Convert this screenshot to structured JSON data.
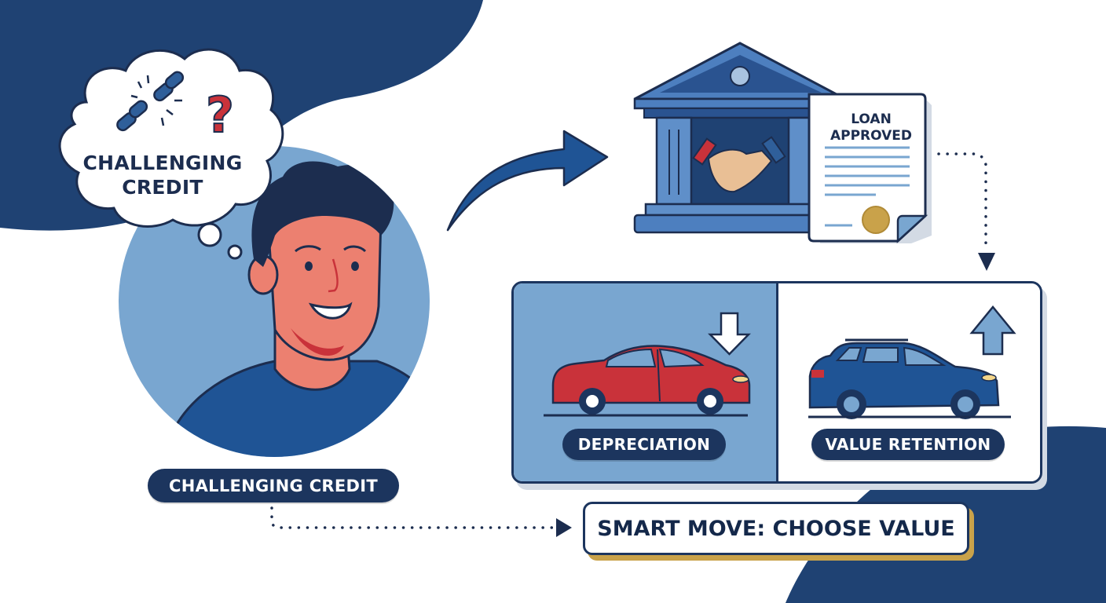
{
  "thought_cloud": {
    "icons": [
      "broken-chain-icon",
      "question-mark-icon"
    ],
    "text_line1": "CHALLENGING",
    "text_line2": "CREDIT"
  },
  "person": {
    "label": "CHALLENGING CREDIT",
    "expression": "smiling"
  },
  "flow_arrow": {
    "icon": "curved-arrow-right-icon"
  },
  "bank": {
    "icons": [
      "bank-building-icon",
      "handshake-icon"
    ]
  },
  "loan_document": {
    "title_line1": "LOAN",
    "title_line2": "APPROVED",
    "icons": [
      "gold-seal-icon"
    ]
  },
  "comparison": {
    "left": {
      "label": "DEPRECIATION",
      "vehicle": "red-sedan",
      "trend_icon": "arrow-down-icon"
    },
    "right": {
      "label": "VALUE RETENTION",
      "vehicle": "blue-suv",
      "trend_icon": "arrow-up-icon"
    }
  },
  "conclusion": {
    "label": "SMART MOVE: CHOOSE VALUE"
  },
  "colors": {
    "navy": "#1c355e",
    "dark_blue_bg": "#1f4273",
    "mid_blue": "#1f5495",
    "light_blue": "#79a6d0",
    "red": "#c9323a",
    "skin": "#ec8070",
    "gold": "#c9a24a",
    "white": "#ffffff"
  }
}
